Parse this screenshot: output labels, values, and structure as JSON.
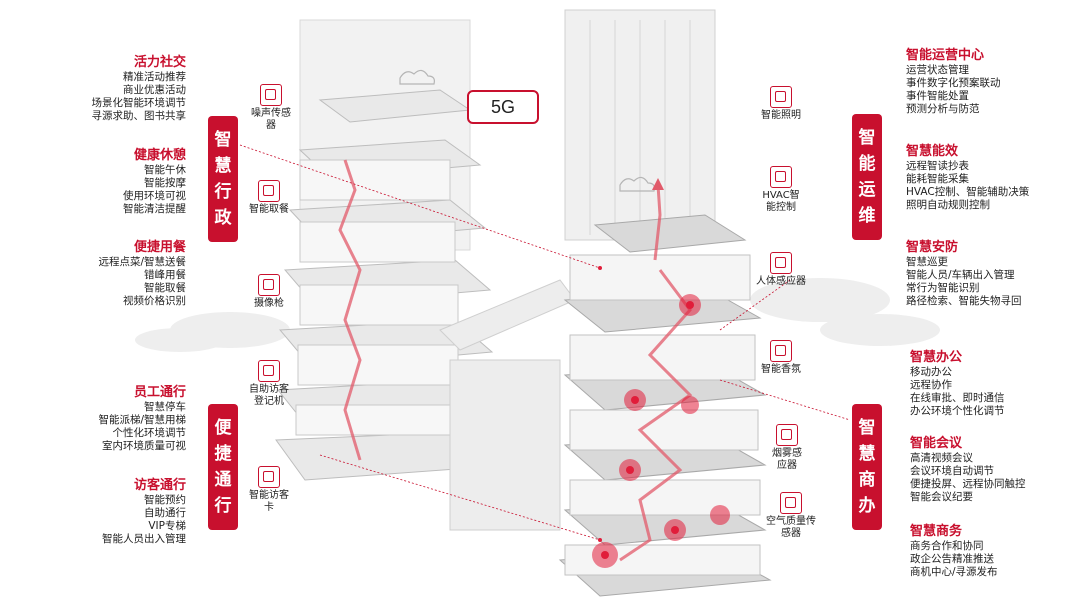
{
  "colors": {
    "accent": "#c8102e",
    "text": "#222222"
  },
  "left_groups": [
    {
      "title": "活力社交",
      "items": [
        "精准活动推荐",
        "商业优惠活动",
        "场景化智能环境调节",
        "寻源求助、图书共享"
      ]
    },
    {
      "title": "健康休憩",
      "items": [
        "智能午休",
        "智能按摩",
        "使用环境可视",
        "智能清洁提醒"
      ]
    },
    {
      "title": "便捷用餐",
      "items": [
        "远程点菜/智慧送餐",
        "错峰用餐",
        "智能取餐",
        "视频价格识别"
      ]
    },
    {
      "title": "员工通行",
      "items": [
        "智慧停车",
        "智能派梯/智慧用梯",
        "个性化环境调节",
        "室内环境质量可视"
      ]
    },
    {
      "title": "访客通行",
      "items": [
        "智能预约",
        "自助通行",
        "VIP专梯",
        "智能人员出入管理"
      ]
    }
  ],
  "right_groups": [
    {
      "title": "智能运营中心",
      "items": [
        "运营状态管理",
        "事件数字化预案联动",
        "事件智能处置",
        "预测分析与防范"
      ]
    },
    {
      "title": "智慧能效",
      "items": [
        "远程智读抄表",
        "能耗智能采集",
        "HVAC控制、智能辅助决策",
        "照明自动规则控制"
      ]
    },
    {
      "title": "智慧安防",
      "items": [
        "智慧巡更",
        "智能人员/车辆出入管理",
        "常行为智能识别",
        "路径检索、智能失物寻回"
      ]
    },
    {
      "title": "智慧办公",
      "items": [
        "移动办公",
        "远程协作",
        "在线审批、即时通信",
        "办公环境个性化调节"
      ]
    },
    {
      "title": "智能会议",
      "items": [
        "高清视频会议",
        "会议环境自动调节",
        "便捷投屏、远程协同触控",
        "智能会议纪要"
      ]
    },
    {
      "title": "智慧商务",
      "items": [
        "商务合作和协同",
        "政企公告精准推送",
        "商机中心/寻源发布"
      ]
    }
  ],
  "vboxes": {
    "admin": [
      "智",
      "慧",
      "行",
      "政"
    ],
    "transit": [
      "便",
      "捷",
      "通",
      "行"
    ],
    "ops": [
      "智",
      "能",
      "运",
      "维"
    ],
    "business": [
      "智",
      "慧",
      "商",
      "办"
    ]
  },
  "badge": "5G",
  "sensors_left": [
    {
      "label": "噪声传感器",
      "icon": "noise-sensor-icon"
    },
    {
      "label": "智能取餐",
      "icon": "meal-pickup-icon"
    },
    {
      "label": "摄像枪",
      "icon": "camera-icon"
    },
    {
      "label": "自助访客登记机",
      "icon": "visitor-kiosk-icon"
    },
    {
      "label": "智能访客卡",
      "icon": "visitor-card-icon"
    }
  ],
  "sensors_right": [
    {
      "label": "智能照明",
      "icon": "lighting-icon"
    },
    {
      "label": "HVAC智能控制",
      "icon": "hvac-icon"
    },
    {
      "label": "人体感应器",
      "icon": "motion-sensor-icon"
    },
    {
      "label": "智能香氛",
      "icon": "aroma-icon"
    },
    {
      "label": "烟雾感应器",
      "icon": "smoke-sensor-icon"
    },
    {
      "label": "空气质量传感器",
      "icon": "air-quality-icon"
    }
  ]
}
